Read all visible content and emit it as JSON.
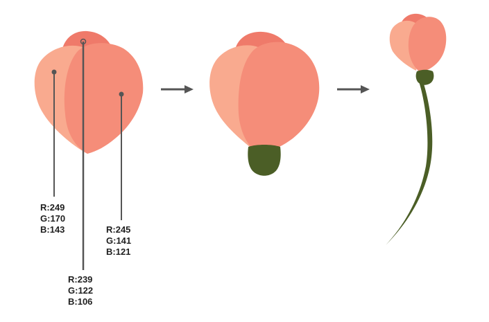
{
  "colors": {
    "left_petal": "#F9AA8F",
    "right_petal": "#F58D79",
    "back_petal": "#EF7A6A",
    "calyx": "#4B5E26",
    "stem": "#4B5E26",
    "leader_line": "#555555",
    "arrow": "#555555"
  },
  "swatches": [
    {
      "name": "left-petal",
      "r": "R:249",
      "g": "G:170",
      "b": "B:143"
    },
    {
      "name": "right-petal",
      "r": "R:245",
      "g": "G:141",
      "b": "B:121"
    },
    {
      "name": "back-petal",
      "r": "R:239",
      "g": "G:122",
      "b": "B:106"
    }
  ],
  "icons": [
    "arrow-right-icon",
    "arrow-right-icon"
  ]
}
